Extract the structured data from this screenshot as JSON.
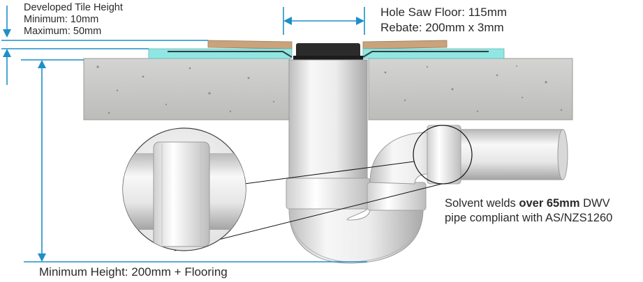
{
  "tile_height": {
    "title": "Developed Tile Height",
    "minimum": "Minimum: 10mm",
    "maximum": "Maximum: 50mm"
  },
  "hole_saw": {
    "line1": "Hole Saw Floor: 115mm",
    "line2": "Rebate: 200mm x 3mm"
  },
  "solvent_weld": {
    "prefix": "Solvent welds ",
    "bold": "over 65mm",
    "suffix": " DWV",
    "line2": "pipe compliant with AS/NZS1260"
  },
  "min_height": "Minimum Height: 200mm + Flooring",
  "colors": {
    "dimension": "#1d8fc9",
    "concrete": "#c9c9c7",
    "tile": "#c9a37b",
    "waterproofing": "#8fe6e2",
    "pipe": "#ececec",
    "drain_body": "#2b2b2b"
  }
}
